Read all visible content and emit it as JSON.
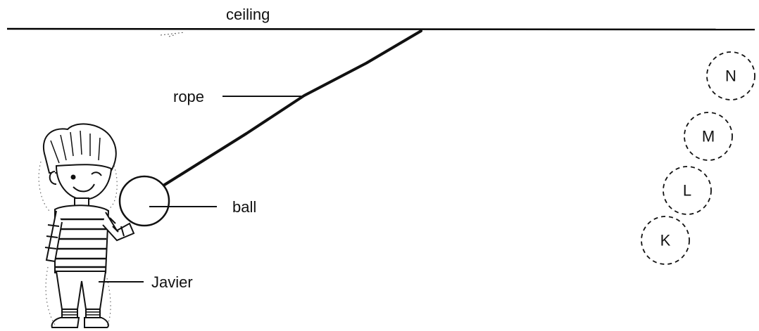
{
  "labels": {
    "ceiling": "ceiling",
    "rope": "rope",
    "ball": "ball",
    "person": "Javier"
  },
  "positions": [
    "N",
    "M",
    "L",
    "K"
  ]
}
